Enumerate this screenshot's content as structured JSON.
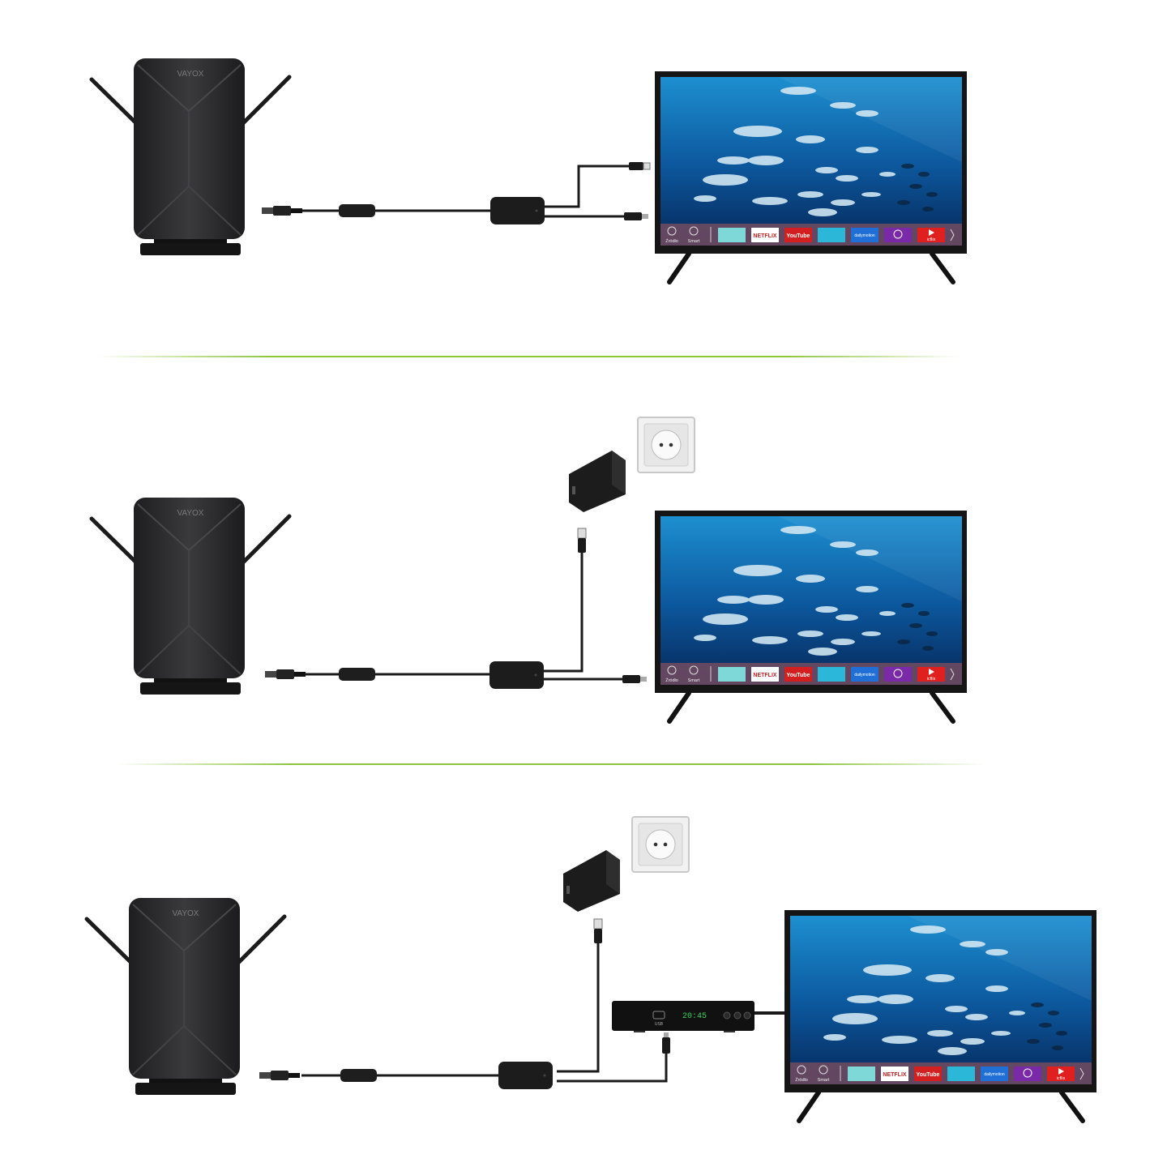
{
  "brand": {
    "logo": "VAYOX"
  },
  "tv": {
    "apps": {
      "source": "Źródło",
      "smart": "Smart",
      "netflix": "NETFLIX",
      "youtube": "YouTube",
      "dailymotion": "dailymotion",
      "icflix": "icflix"
    }
  },
  "stb": {
    "clock": "20:45",
    "usb_label": "USB"
  },
  "colors": {
    "separator": "#8cc63f",
    "device": "#2a2a2c",
    "cable": "#1a1a1a",
    "screen_top": "#1d8fd0",
    "screen_bottom": "#06285a",
    "stb_display": "#3bd65a"
  },
  "scenes": [
    {
      "name": "antenna-usb-tv-powered"
    },
    {
      "name": "antenna-wall-charger-powered"
    },
    {
      "name": "antenna-charger-set-top-box"
    }
  ]
}
